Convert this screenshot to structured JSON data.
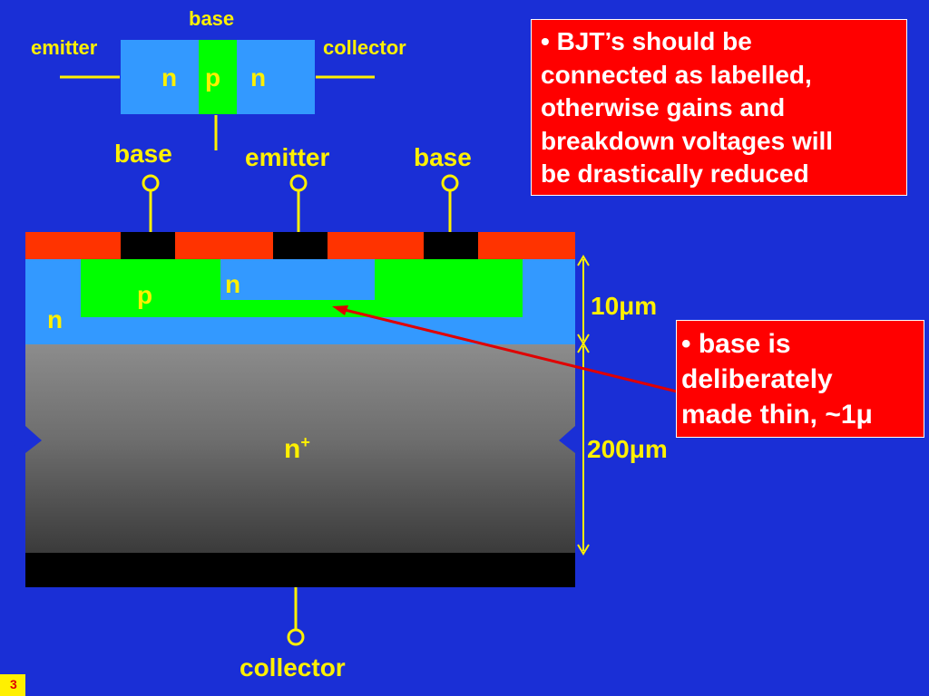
{
  "schematic": {
    "base": "base",
    "emitter": "emitter",
    "collector": "collector",
    "layers": [
      "n",
      "p",
      "n"
    ]
  },
  "terminals": {
    "base_left": "base",
    "emitter": "emitter",
    "base_right": "base",
    "collector": "collector"
  },
  "regions": {
    "p": "p",
    "n_emitter": "n",
    "n_epi": "n",
    "n_plus_main": "n",
    "n_plus_sup": "+"
  },
  "dimensions": {
    "epi": "10μm",
    "substrate": "200μm"
  },
  "note_connection": {
    "lines": [
      "• BJT’s should be",
      "connected as labelled,",
      "otherwise gains and",
      "breakdown voltages will",
      "be drastically reduced"
    ]
  },
  "note_base": {
    "lines": [
      "• base is",
      "deliberately",
      "made thin, ~1μ"
    ]
  },
  "slide_number": "3",
  "colors": {
    "background": "#1a2fd6",
    "n_region": "#3399ff",
    "p_region": "#00ff00",
    "oxide": "#ff3300",
    "contact": "#000000",
    "wire": "#fff000",
    "callout": "#ff0000"
  }
}
